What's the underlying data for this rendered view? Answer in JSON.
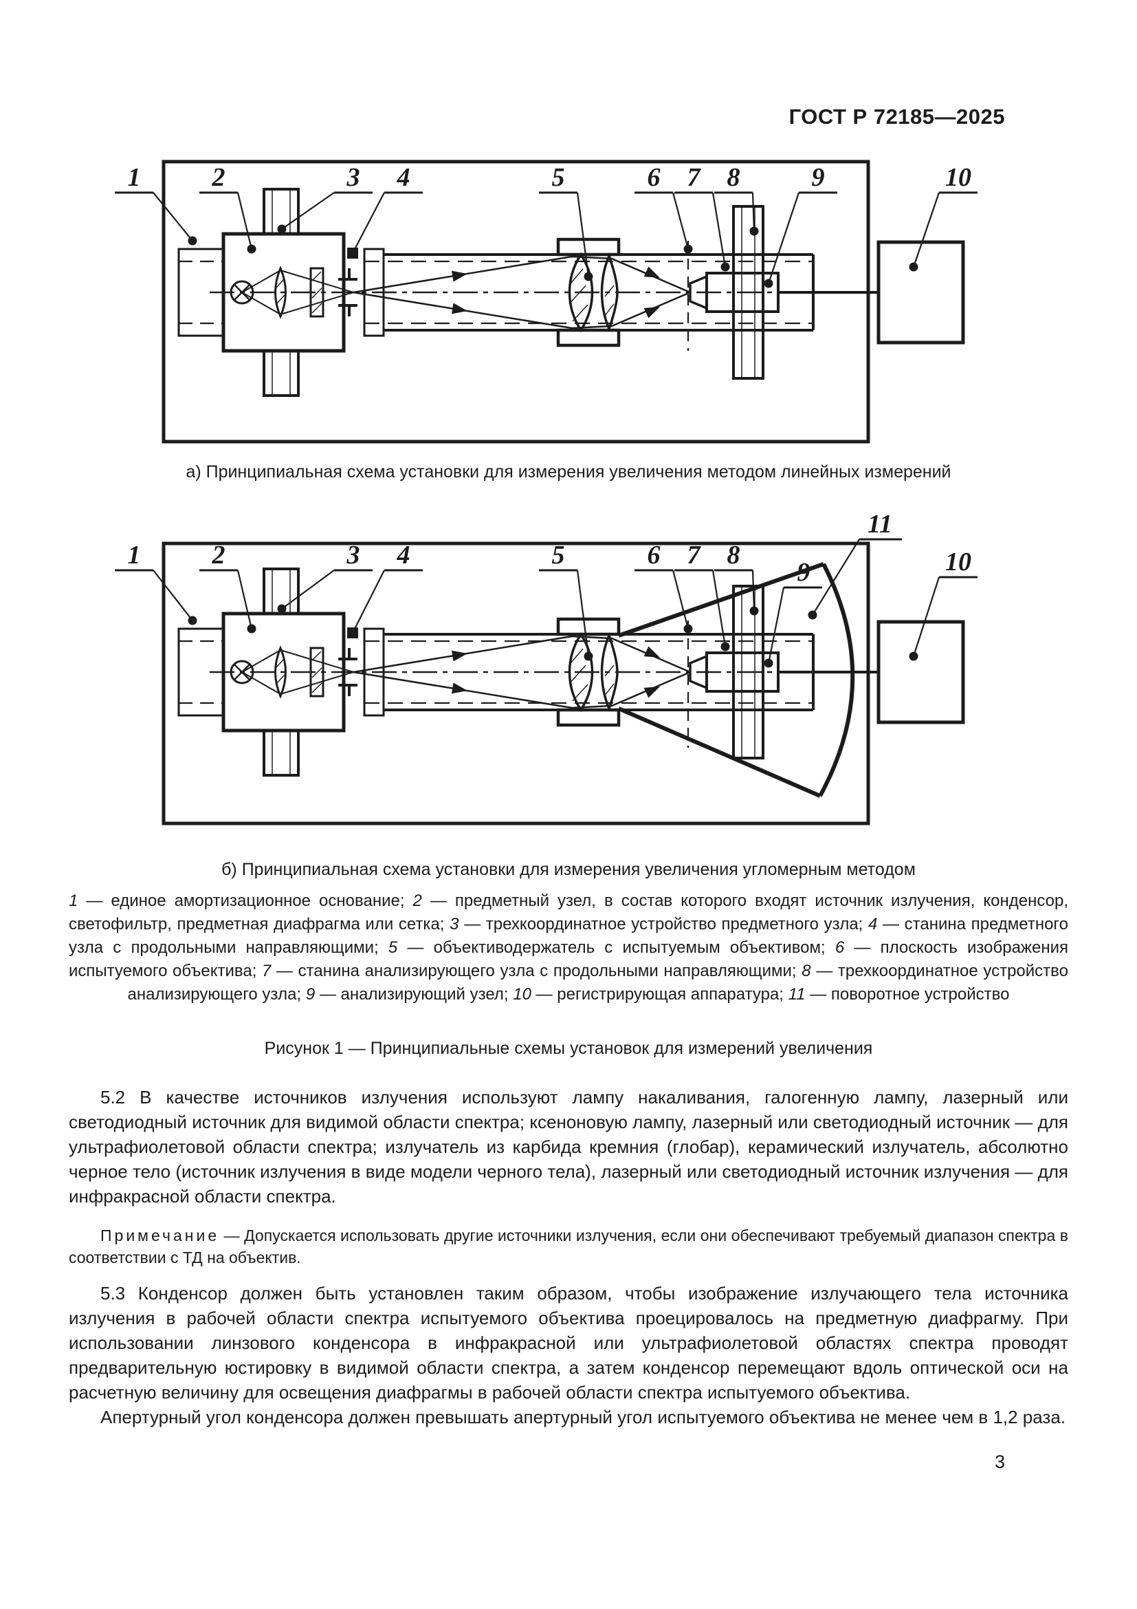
{
  "page": {
    "header": "ГОСТ Р 72185—2025",
    "page_number": "3"
  },
  "figure": {
    "caption_a": "а) Принципиальная схема установки для измерения увеличения методом линейных измерений",
    "caption_b": "б) Принципиальная схема установки для измерения увеличения угломерным методом",
    "title": "Рисунок 1 — Принципиальные схемы установок для измерений увеличения",
    "labels_a": [
      "1",
      "2",
      "3",
      "4",
      "5",
      "6",
      "7",
      "8",
      "9",
      "10"
    ],
    "labels_b": [
      "1",
      "2",
      "3",
      "4",
      "5",
      "6",
      "7",
      "8",
      "9",
      "10",
      "11"
    ],
    "legend": [
      {
        "num": "1",
        "desc": " — единое амортизационное основание; "
      },
      {
        "num": "2",
        "desc": " — предметный узел, в состав которого входят источник излучения, конденсор, светофильтр, предметная диафрагма или сетка; "
      },
      {
        "num": "3",
        "desc": " — трехкоординатное устройство предметного узла; "
      },
      {
        "num": "4",
        "desc": " — станина предметного узла с продольными направляющими; "
      },
      {
        "num": "5",
        "desc": " — объективодержатель с испытуемым объективом; "
      },
      {
        "num": "6",
        "desc": " — плоскость изображения испытуемого объектива; "
      },
      {
        "num": "7",
        "desc": " — станина анализирующего узла с продольными направляющими; "
      },
      {
        "num": "8",
        "desc": " — трехкоординатное устройство анализирующего узла; "
      },
      {
        "num": "9",
        "desc": " — анализирующий узел; "
      },
      {
        "num": "10",
        "desc": " — регистрирующая аппаратура; "
      },
      {
        "num": "11",
        "desc": " — поворотное устройство"
      }
    ]
  },
  "sections": {
    "p52": "5.2 В качестве источников излучения используют лампу накаливания, галогенную лампу, лазерный или светодиодный источник для видимой области спектра; ксеноновую лампу, лазерный или светодиодный источник — для ультрафиолетовой области спектра; излучатель из карбида кремния (глобар), керамический излучатель, абсолютно черное тело (источник излучения в виде модели черного тела), лазерный или светодиодный источник излучения — для инфракрасной области спектра.",
    "note_label": "Примечание",
    "note_text": " — Допускается использовать другие источники излучения, если они обеспечивают требуемый диапазон спектра в соответствии с ТД на объектив.",
    "p53a": "5.3 Конденсор должен быть установлен таким образом, чтобы изображение излучающего тела источника излучения в рабочей области спектра испытуемого объектива проецировалось на предметную диафрагму. При использовании линзового конденсора в инфракрасной или ультрафиолетовой областях спектра проводят предварительную юстировку в видимой области спектра, а затем конденсор перемещают вдоль оптической оси на расчетную величину для освещения диафрагмы в рабочей области спектра испытуемого объектива.",
    "p53b": "Апертурный угол конденсора должен превышать апертурный угол испытуемого объектива не менее чем в 1,2 раза."
  }
}
